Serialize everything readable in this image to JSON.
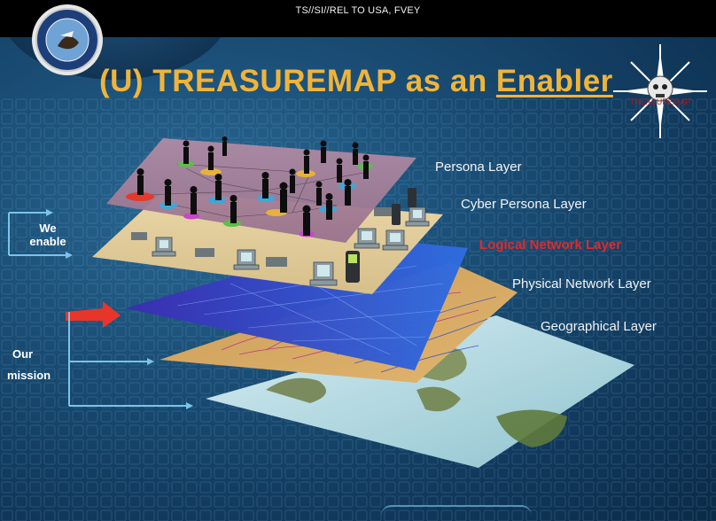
{
  "slide": {
    "classification": "TS//SI//REL TO USA, FVEY",
    "title_prefix": "(U)  TREASUREMAP as an ",
    "title_emphasis": "Enabler",
    "logo_text": "TREASUREMAP"
  },
  "layers": [
    {
      "label": "Persona Layer",
      "highlighted": false
    },
    {
      "label": "Cyber Persona Layer",
      "highlighted": false
    },
    {
      "label": "Logical Network Layer",
      "highlighted": true
    },
    {
      "label": "Physical Network Layer",
      "highlighted": false
    },
    {
      "label": "Geographical Layer",
      "highlighted": false
    }
  ],
  "sidebar": {
    "we_enable_line1": "We",
    "we_enable_line2": "enable",
    "our_mission_line1": "Our",
    "our_mission_line2": "mission"
  },
  "colors": {
    "title": "#f0b43a",
    "highlight": "#e02a2a",
    "arrow": "#e8352a",
    "bracket": "#7bc3ea"
  }
}
